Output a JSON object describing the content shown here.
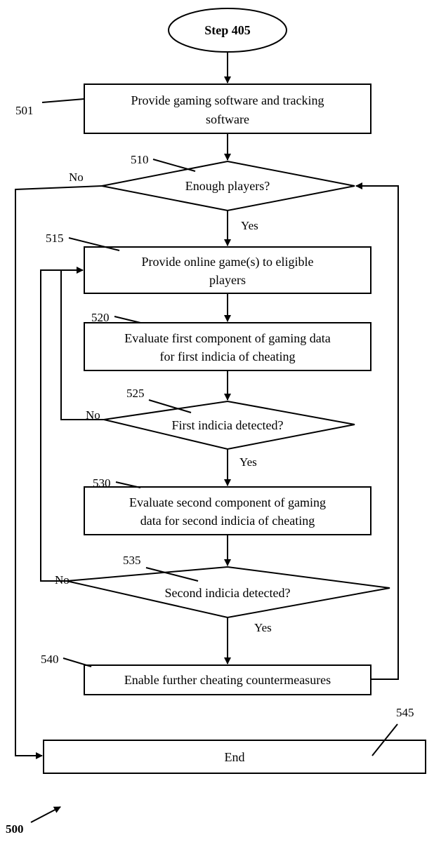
{
  "figure_label": "500",
  "nodes": {
    "start": {
      "text": "Step 405"
    },
    "n501": {
      "ref": "501",
      "lines": [
        "Provide gaming software and tracking",
        "software"
      ]
    },
    "n510": {
      "ref": "510",
      "text": "Enough players?",
      "yes": "Yes",
      "no": "No"
    },
    "n515": {
      "ref": "515",
      "lines": [
        "Provide online game(s) to eligible",
        "players"
      ]
    },
    "n520": {
      "ref": "520",
      "lines": [
        "Evaluate first component of gaming data",
        "for first indicia of cheating"
      ]
    },
    "n525": {
      "ref": "525",
      "text": "First indicia detected?",
      "yes": "Yes",
      "no": "No"
    },
    "n530": {
      "ref": "530",
      "lines": [
        "Evaluate second component of gaming",
        "data for second indicia of cheating"
      ]
    },
    "n535": {
      "ref": "535",
      "text": "Second indicia detected?",
      "yes": "Yes",
      "no": "No"
    },
    "n540": {
      "ref": "540",
      "text": "Enable further cheating countermeasures"
    },
    "n545": {
      "ref": "545",
      "text": "End"
    }
  }
}
